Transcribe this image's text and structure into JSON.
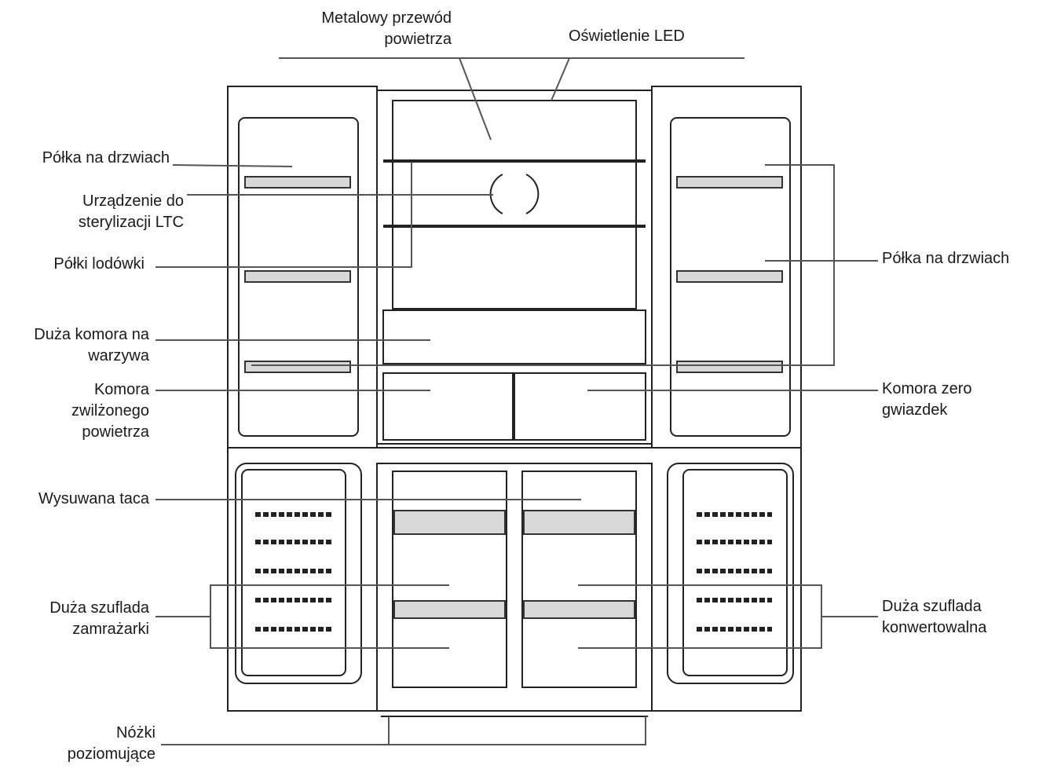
{
  "labels": {
    "metal_duct": [
      "Metalowy przewód",
      "powietrza"
    ],
    "led": [
      "Oświetlenie LED"
    ],
    "door_shelf_left": [
      "Półka na drzwiach"
    ],
    "ltc": [
      "Urządzenie do",
      "sterylizacji LTC"
    ],
    "fridge_shelves": [
      "Półki lodówki"
    ],
    "veg_drawer": [
      "Duża komora na",
      "warzywa"
    ],
    "humid_chamber": [
      "Komora",
      "zwilżonego",
      "powietrza"
    ],
    "door_shelf_right": [
      "Półka na drzwiach"
    ],
    "zero_star": [
      "Komora zero",
      "gwiazdek"
    ],
    "tray": [
      "Wysuwana taca"
    ],
    "freezer_drawer": [
      "Duża szuflada",
      "zamrażarki"
    ],
    "convertible_drawer": [
      "Duża szuflada",
      "konwertowalna"
    ],
    "feet": [
      "Nóżki",
      "poziomujące"
    ]
  }
}
